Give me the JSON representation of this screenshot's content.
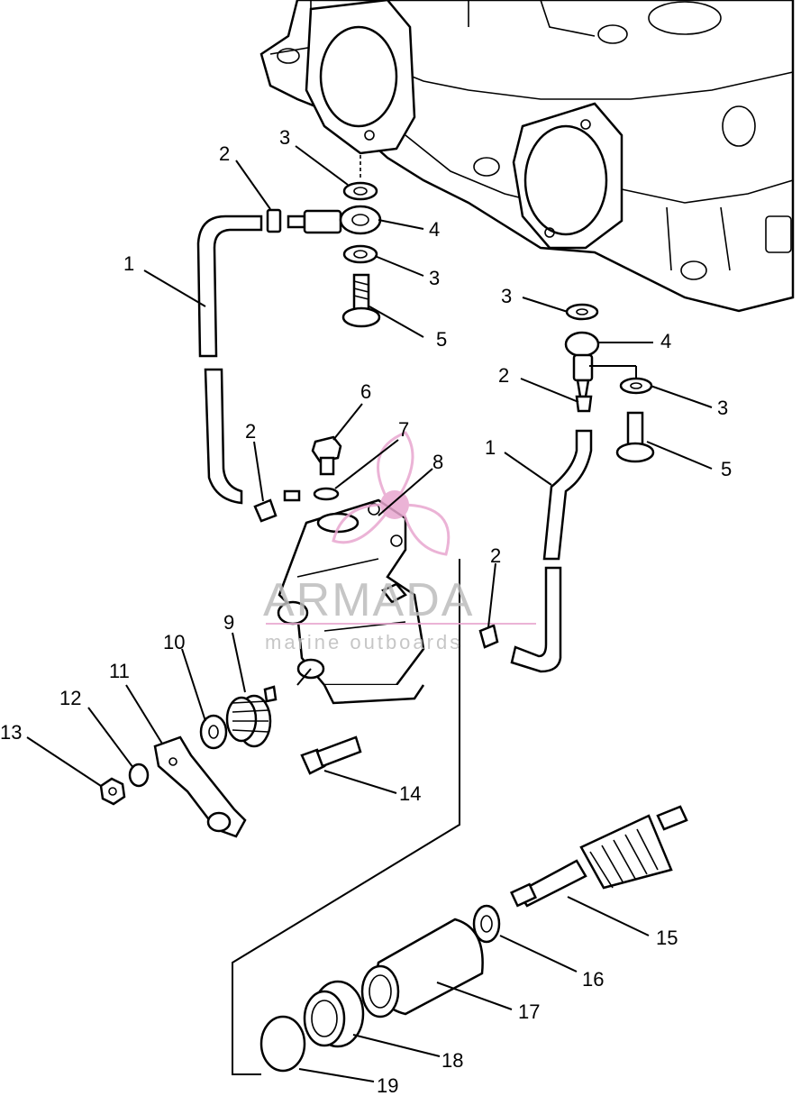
{
  "colors": {
    "line": "#000000",
    "background": "#ffffff",
    "watermark_text": "#bdbdbd",
    "watermark_logo": "#e8a6cf"
  },
  "watermark": {
    "brand": "ARMADA",
    "tagline": "marine outboards"
  },
  "callouts": [
    {
      "id": "c-1a",
      "text": "1"
    },
    {
      "id": "c-2a",
      "text": "2"
    },
    {
      "id": "c-3a",
      "text": "3"
    },
    {
      "id": "c-4a",
      "text": "4"
    },
    {
      "id": "c-3b",
      "text": "3"
    },
    {
      "id": "c-5a",
      "text": "5"
    },
    {
      "id": "c-3c",
      "text": "3"
    },
    {
      "id": "c-4b",
      "text": "4"
    },
    {
      "id": "c-2b",
      "text": "2"
    },
    {
      "id": "c-3d",
      "text": "3"
    },
    {
      "id": "c-5b",
      "text": "5"
    },
    {
      "id": "c-6",
      "text": "6"
    },
    {
      "id": "c-7",
      "text": "7"
    },
    {
      "id": "c-8",
      "text": "8"
    },
    {
      "id": "c-2c",
      "text": "2"
    },
    {
      "id": "c-1b",
      "text": "1"
    },
    {
      "id": "c-2d",
      "text": "2"
    },
    {
      "id": "c-9",
      "text": "9"
    },
    {
      "id": "c-10",
      "text": "10"
    },
    {
      "id": "c-11",
      "text": "11"
    },
    {
      "id": "c-12",
      "text": "12"
    },
    {
      "id": "c-13",
      "text": "13"
    },
    {
      "id": "c-14",
      "text": "14"
    },
    {
      "id": "c-15",
      "text": "15"
    },
    {
      "id": "c-16",
      "text": "16"
    },
    {
      "id": "c-17",
      "text": "17"
    },
    {
      "id": "c-18",
      "text": "18"
    },
    {
      "id": "c-19",
      "text": "19"
    }
  ]
}
